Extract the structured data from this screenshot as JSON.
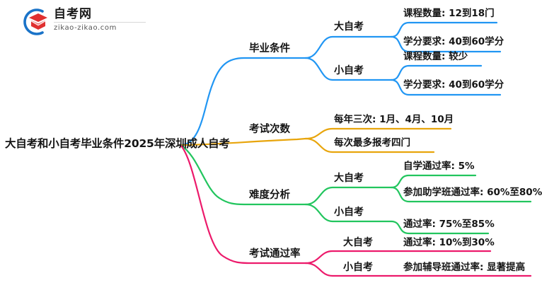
{
  "logo": {
    "name": "zikao-logo",
    "title": "自考网",
    "subtitle": "zikao-zikao.com",
    "mark_colors": {
      "arc": "#1a73c8",
      "cap": "#e03030"
    }
  },
  "mindmap": {
    "root": {
      "label": "大自考和小自考毕业条件2025年深圳成人自考"
    },
    "branches": [
      {
        "label": "毕业条件",
        "color": "#2196f3",
        "children": [
          {
            "label": "大自考",
            "children": [
              {
                "label": "课程数量: 12到18门"
              },
              {
                "label": "学分要求: 40到60学分"
              }
            ]
          },
          {
            "label": "小自考",
            "children": [
              {
                "label": "课程数量: 较少"
              },
              {
                "label": "学分要求: 40到60学分"
              }
            ]
          }
        ]
      },
      {
        "label": "考试次数",
        "color": "#e8a50c",
        "children": [
          {
            "label": "每年三次: 1月、4月、10月"
          },
          {
            "label": "每次最多报考四门"
          }
        ]
      },
      {
        "label": "难度分析",
        "color": "#22c55e",
        "children": [
          {
            "label": "大自考",
            "children": [
              {
                "label": "自学通过率: 5%"
              },
              {
                "label": "参加助学班通过率: 60%至80%"
              }
            ]
          },
          {
            "label": "小自考",
            "children": [
              {
                "label": "通过率: 75%至85%"
              }
            ]
          }
        ]
      },
      {
        "label": "考试通过率",
        "color": "#ec1a6b",
        "children": [
          {
            "label": "大自考",
            "children": [
              {
                "label": "通过率: 10%到30%"
              }
            ]
          },
          {
            "label": "小自考",
            "children": [
              {
                "label": "参加辅导班通过率: 显著提高"
              }
            ]
          }
        ]
      }
    ]
  }
}
